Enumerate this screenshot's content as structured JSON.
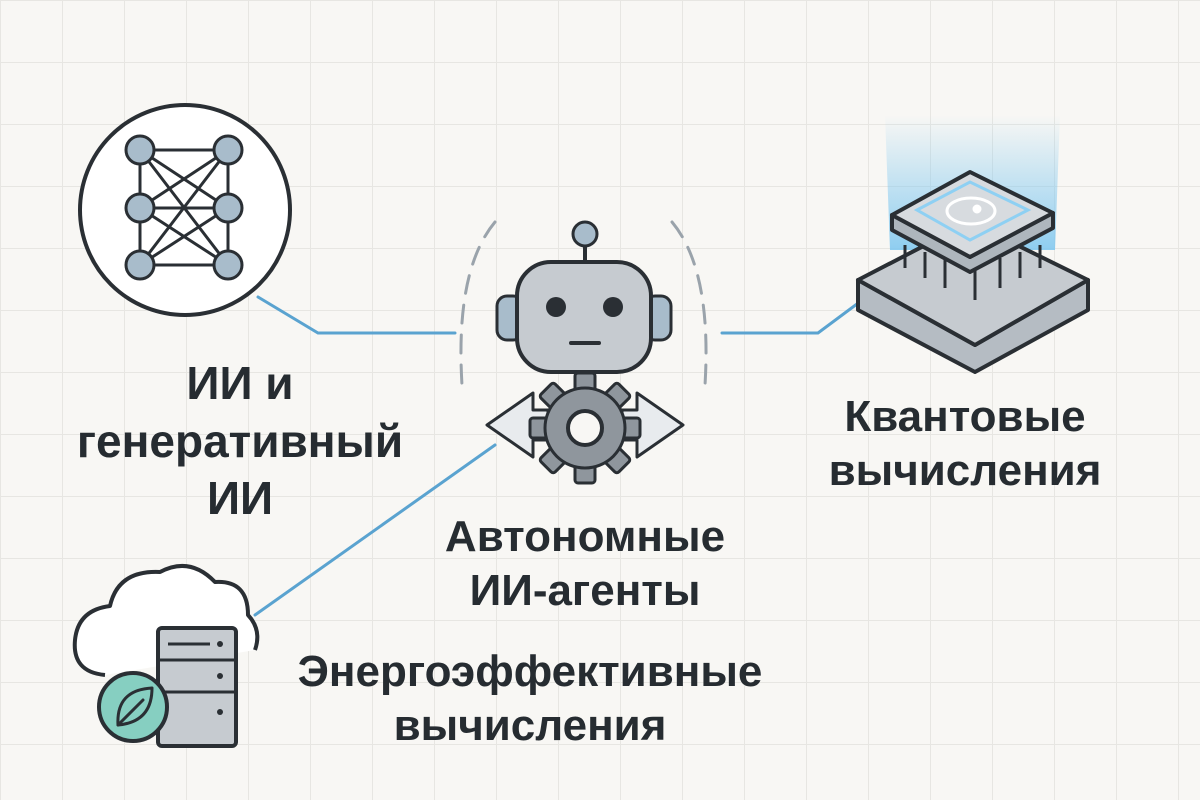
{
  "nodes": {
    "ai": {
      "line1": "ИИ и",
      "line2": "генеративный",
      "line3": "ИИ"
    },
    "quantum": {
      "line1": "Квантовые",
      "line2": "вычисления"
    },
    "agents": {
      "line1": "Автономные",
      "line2": "ИИ-агенты"
    },
    "energy": {
      "line1": "Энергоэффективные",
      "line2": "вычисления"
    }
  },
  "icons": {
    "ai": "neural-network-icon",
    "quantum": "quantum-chip-icon",
    "agents": "robot-gear-icon",
    "energy": "cloud-server-leaf-icon"
  },
  "colors": {
    "connector": "#5aa3d0",
    "outline": "#2a2f34",
    "node_fill": "#a8bccb",
    "metal": "#c6cbd0",
    "leaf": "#86cfc1",
    "glow": "#7cc6ef"
  }
}
